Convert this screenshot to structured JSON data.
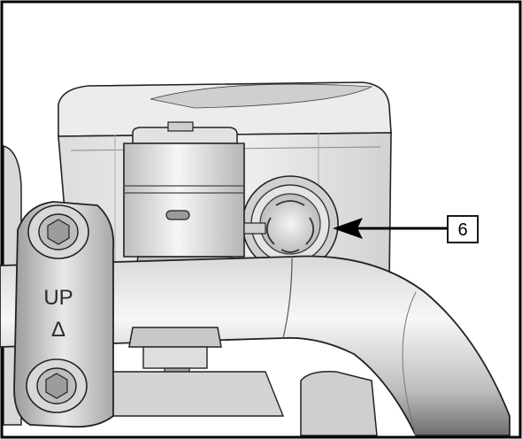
{
  "callout": {
    "number": "6"
  },
  "clamp": {
    "marking": "UP",
    "arrow_glyph": "Δ"
  },
  "colors": {
    "line": "#000000",
    "body_light": "#e6e6e6",
    "body_mid": "#cfcfcf",
    "body_dark": "#8c8c8c",
    "background": "#ffffff"
  }
}
